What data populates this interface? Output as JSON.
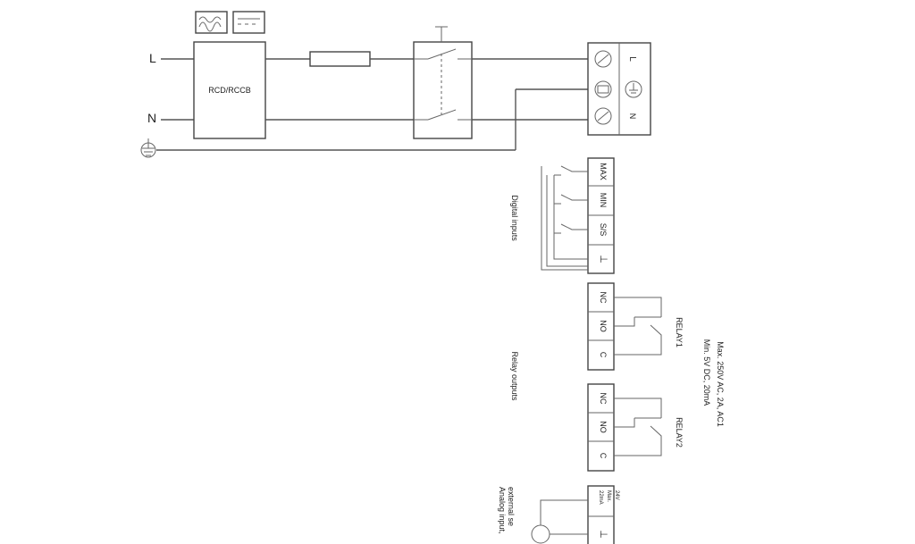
{
  "supply": {
    "line_label": "L",
    "neutral_label": "N"
  },
  "rcd": {
    "label": "RCD/RCCB"
  },
  "terminals_power": {
    "line": "L",
    "neutral": "N"
  },
  "digital_inputs": {
    "group_label": "Digital inputs",
    "terminals": [
      "MAX",
      "MIN",
      "S/S",
      "⊥"
    ]
  },
  "relay_outputs": {
    "group_label": "Relay outputs",
    "relay1": {
      "name": "RELAY1",
      "terminals": [
        "NC",
        "NO",
        "C"
      ]
    },
    "relay2": {
      "name": "RELAY2",
      "terminals": [
        "NC",
        "NO",
        "C"
      ]
    },
    "rating_line1": "Max. 250V AC, 2A, AC1",
    "rating_line2": "Min. 5V DC, 20mA"
  },
  "analog_input": {
    "group_label_line1": "Analog input,",
    "group_label_line2": "external se",
    "terminal_label_line1": "24V",
    "terminal_label_line2": "Max.",
    "terminal_label_line3": "22mA",
    "ground": "⊥"
  }
}
